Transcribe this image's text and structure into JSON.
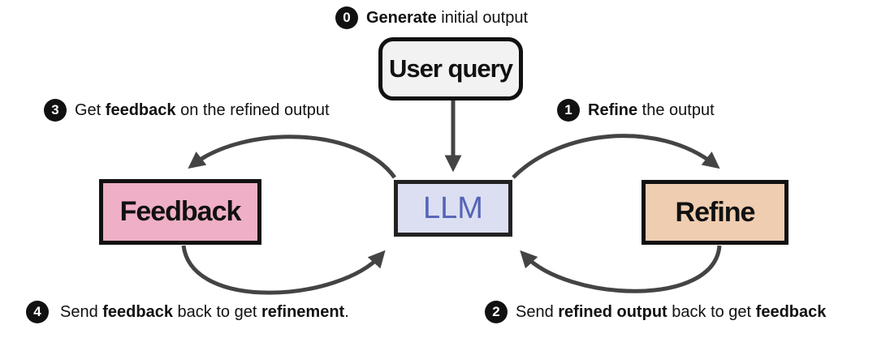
{
  "nodes": {
    "user_query": "User query",
    "llm": "LLM",
    "feedback": "Feedback",
    "refine": "Refine"
  },
  "steps": {
    "s0": {
      "num": "0",
      "bold": "Generate",
      "rest": " initial output"
    },
    "s1": {
      "num": "1",
      "bold": "Refine",
      "rest": " the output"
    },
    "s2": {
      "num": "2",
      "pre": "Send ",
      "bold1": "refined output",
      "mid": " back to get ",
      "bold2": "feedback"
    },
    "s3": {
      "num": "3",
      "pre": "Get ",
      "bold": "feedback",
      "rest": " on the refined output"
    },
    "s4": {
      "num": "4",
      "pre": "Send ",
      "bold1": "feedback",
      "mid": " back to get ",
      "bold2": "refinement",
      "end": "."
    }
  },
  "colors": {
    "arrow": "#444444",
    "llm_fill": "#dcdff2",
    "llm_text": "#5564b8",
    "feedback_fill": "#efafc6",
    "refine_fill": "#efcdb1",
    "query_fill": "#f2f2f2"
  }
}
